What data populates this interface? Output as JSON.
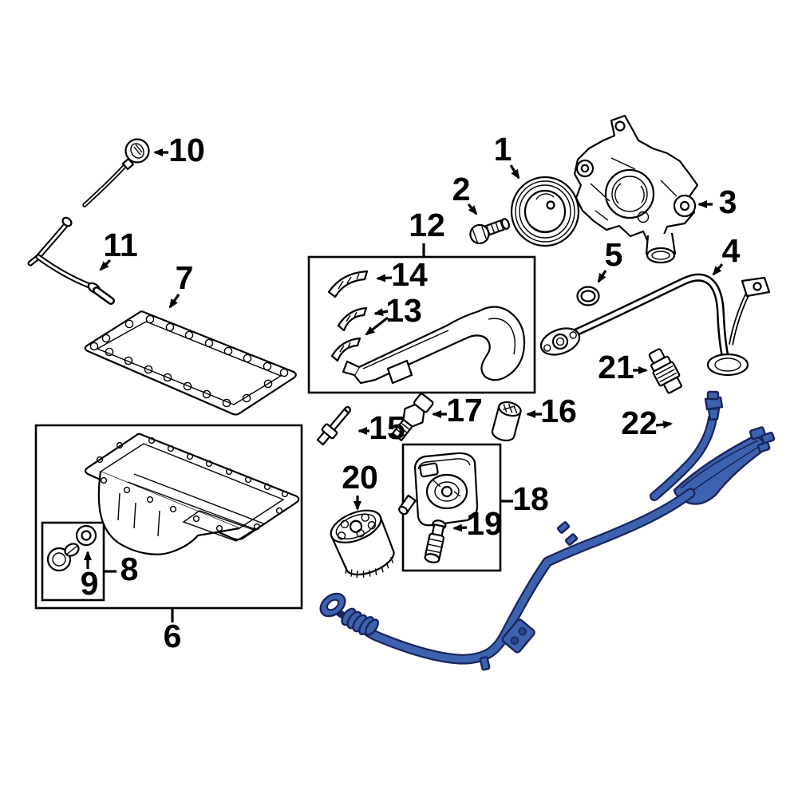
{
  "diagram": {
    "background": "#ffffff",
    "line_color": "#000000",
    "highlight_color": "#3d62b0",
    "highlight_outline": "#19255c"
  },
  "callouts": {
    "p1": {
      "label": "1"
    },
    "p2": {
      "label": "2"
    },
    "p3": {
      "label": "3"
    },
    "p4": {
      "label": "4"
    },
    "p5": {
      "label": "5"
    },
    "p6": {
      "label": "6"
    },
    "p7": {
      "label": "7"
    },
    "p8": {
      "label": "8"
    },
    "p9": {
      "label": "9"
    },
    "p10": {
      "label": "10"
    },
    "p11": {
      "label": "11"
    },
    "p12": {
      "label": "12"
    },
    "p13": {
      "label": "13"
    },
    "p14": {
      "label": "14"
    },
    "p15": {
      "label": "15"
    },
    "p16": {
      "label": "16"
    },
    "p17": {
      "label": "17"
    },
    "p18": {
      "label": "18"
    },
    "p19": {
      "label": "19"
    },
    "p20": {
      "label": "20"
    },
    "p21": {
      "label": "21"
    },
    "p22": {
      "label": "22"
    }
  }
}
